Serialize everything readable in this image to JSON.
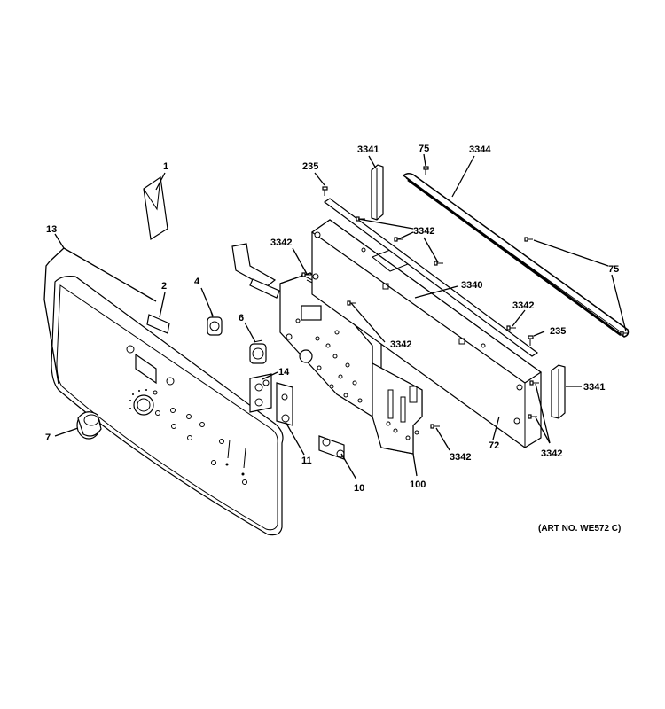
{
  "labels": {
    "l1": "1",
    "l2": "2",
    "l4": "4",
    "l6": "6",
    "l7": "7",
    "l10": "10",
    "l11": "11",
    "l13": "13",
    "l14": "14",
    "l72": "72",
    "l75a": "75",
    "l75b": "75",
    "l100": "100",
    "l235a": "235",
    "l235b": "235",
    "l3340": "3340",
    "l3341a": "3341",
    "l3341b": "3341",
    "l3342a": "3342",
    "l3342b": "3342",
    "l3342c": "3342",
    "l3342d": "3342",
    "l3342e": "3342",
    "l3342f": "3342",
    "l3344": "3344"
  },
  "art_number": "(ART NO. WE572 C)"
}
